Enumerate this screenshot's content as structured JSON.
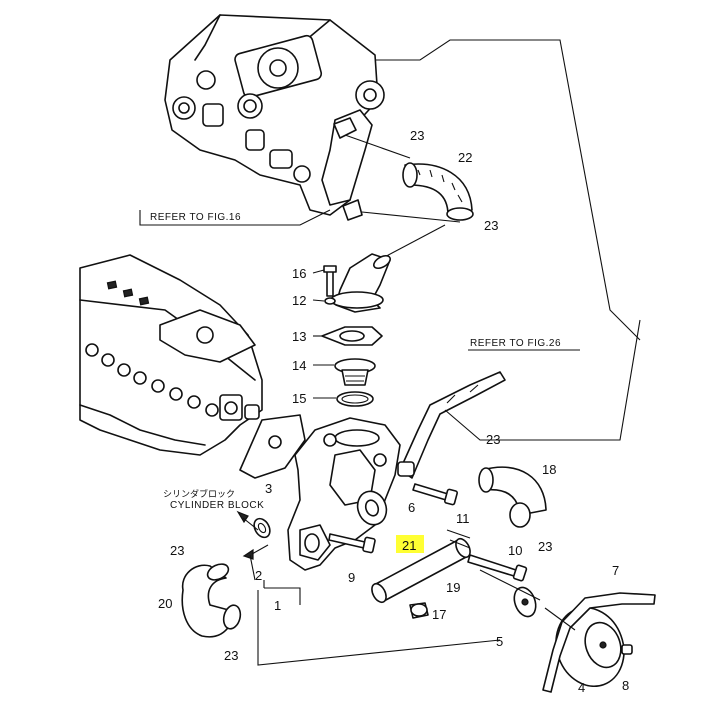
{
  "diagram": {
    "highlight_color": "#ffff33",
    "references": {
      "fig16": "REFER TO FIG.16",
      "fig26": "REFER TO FIG.26",
      "cylinder_block_jp": "シリンダブロック",
      "cylinder_block_en": "CYLINDER BLOCK"
    },
    "callouts": {
      "c1": "1",
      "c2": "2",
      "c3": "3",
      "c4": "4",
      "c5": "5",
      "c6": "6",
      "c7": "7",
      "c8": "8",
      "c9": "9",
      "c10": "10",
      "c11": "11",
      "c12": "12",
      "c13": "13",
      "c14": "14",
      "c15": "15",
      "c16": "16",
      "c17": "17",
      "c18": "18",
      "c19": "19",
      "c20": "20",
      "c21": "21",
      "c22": "22",
      "c23_a": "23",
      "c23_b": "23",
      "c23_c": "23",
      "c23_d": "23",
      "c23_e": "23",
      "c23_f": "23"
    }
  }
}
